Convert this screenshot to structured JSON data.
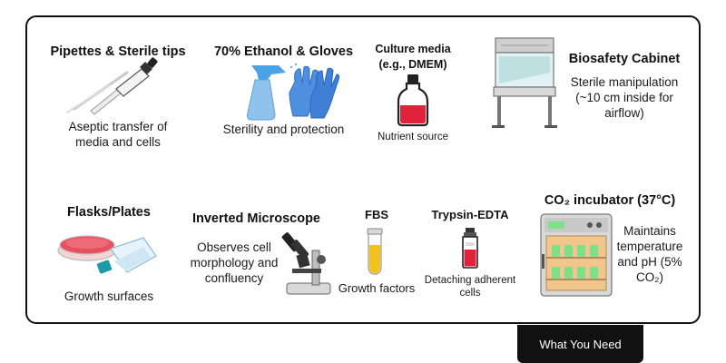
{
  "tab_label": "What You Need",
  "items": {
    "pipettes": {
      "title": "Pipettes & Sterile tips",
      "desc_lines": [
        "Aseptic transfer of",
        "media and cells"
      ],
      "icon": "pipette-icon"
    },
    "ethanol": {
      "title": "70% Ethanol & Gloves",
      "desc": "Sterility and protection",
      "icon": "spray-bottle-gloves-icon"
    },
    "media": {
      "title_lines": [
        "Culture media",
        "(e.g., DMEM)"
      ],
      "desc": "Nutrient source",
      "icon": "media-bottle-icon"
    },
    "cabinet": {
      "title": "Biosafety Cabinet",
      "desc_lines": [
        "Sterile manipulation",
        "(~10 cm inside for",
        "airflow)"
      ],
      "icon": "biosafety-cabinet-icon"
    },
    "flasks": {
      "title": "Flasks/Plates",
      "desc": "Growth surfaces",
      "icon": "flask-plate-icon"
    },
    "microscope": {
      "title": "Inverted Microscope",
      "desc_lines": [
        "Observes cell",
        "morphology and",
        "confluency"
      ],
      "icon": "microscope-icon"
    },
    "fbs": {
      "title": "FBS",
      "desc": "Growth factors",
      "icon": "test-tube-icon"
    },
    "trypsin": {
      "title": "Trypsin-EDTA",
      "desc_lines": [
        "Detaching adherent",
        "cells"
      ],
      "icon": "trypsin-vial-icon"
    },
    "incubator": {
      "title": "CO₂ incubator (37°C)",
      "desc_lines": [
        "Maintains",
        "temperature",
        "and pH (5%",
        "CO₂)"
      ],
      "icon": "incubator-icon"
    }
  },
  "colors": {
    "media_red": "#e0223a",
    "fbs_yellow": "#f2c21b",
    "glove_blue": "#4f8fe0",
    "spray_blue": "#8fc3ee",
    "incubator_green": "#7fe08a",
    "frame": "#111111"
  }
}
